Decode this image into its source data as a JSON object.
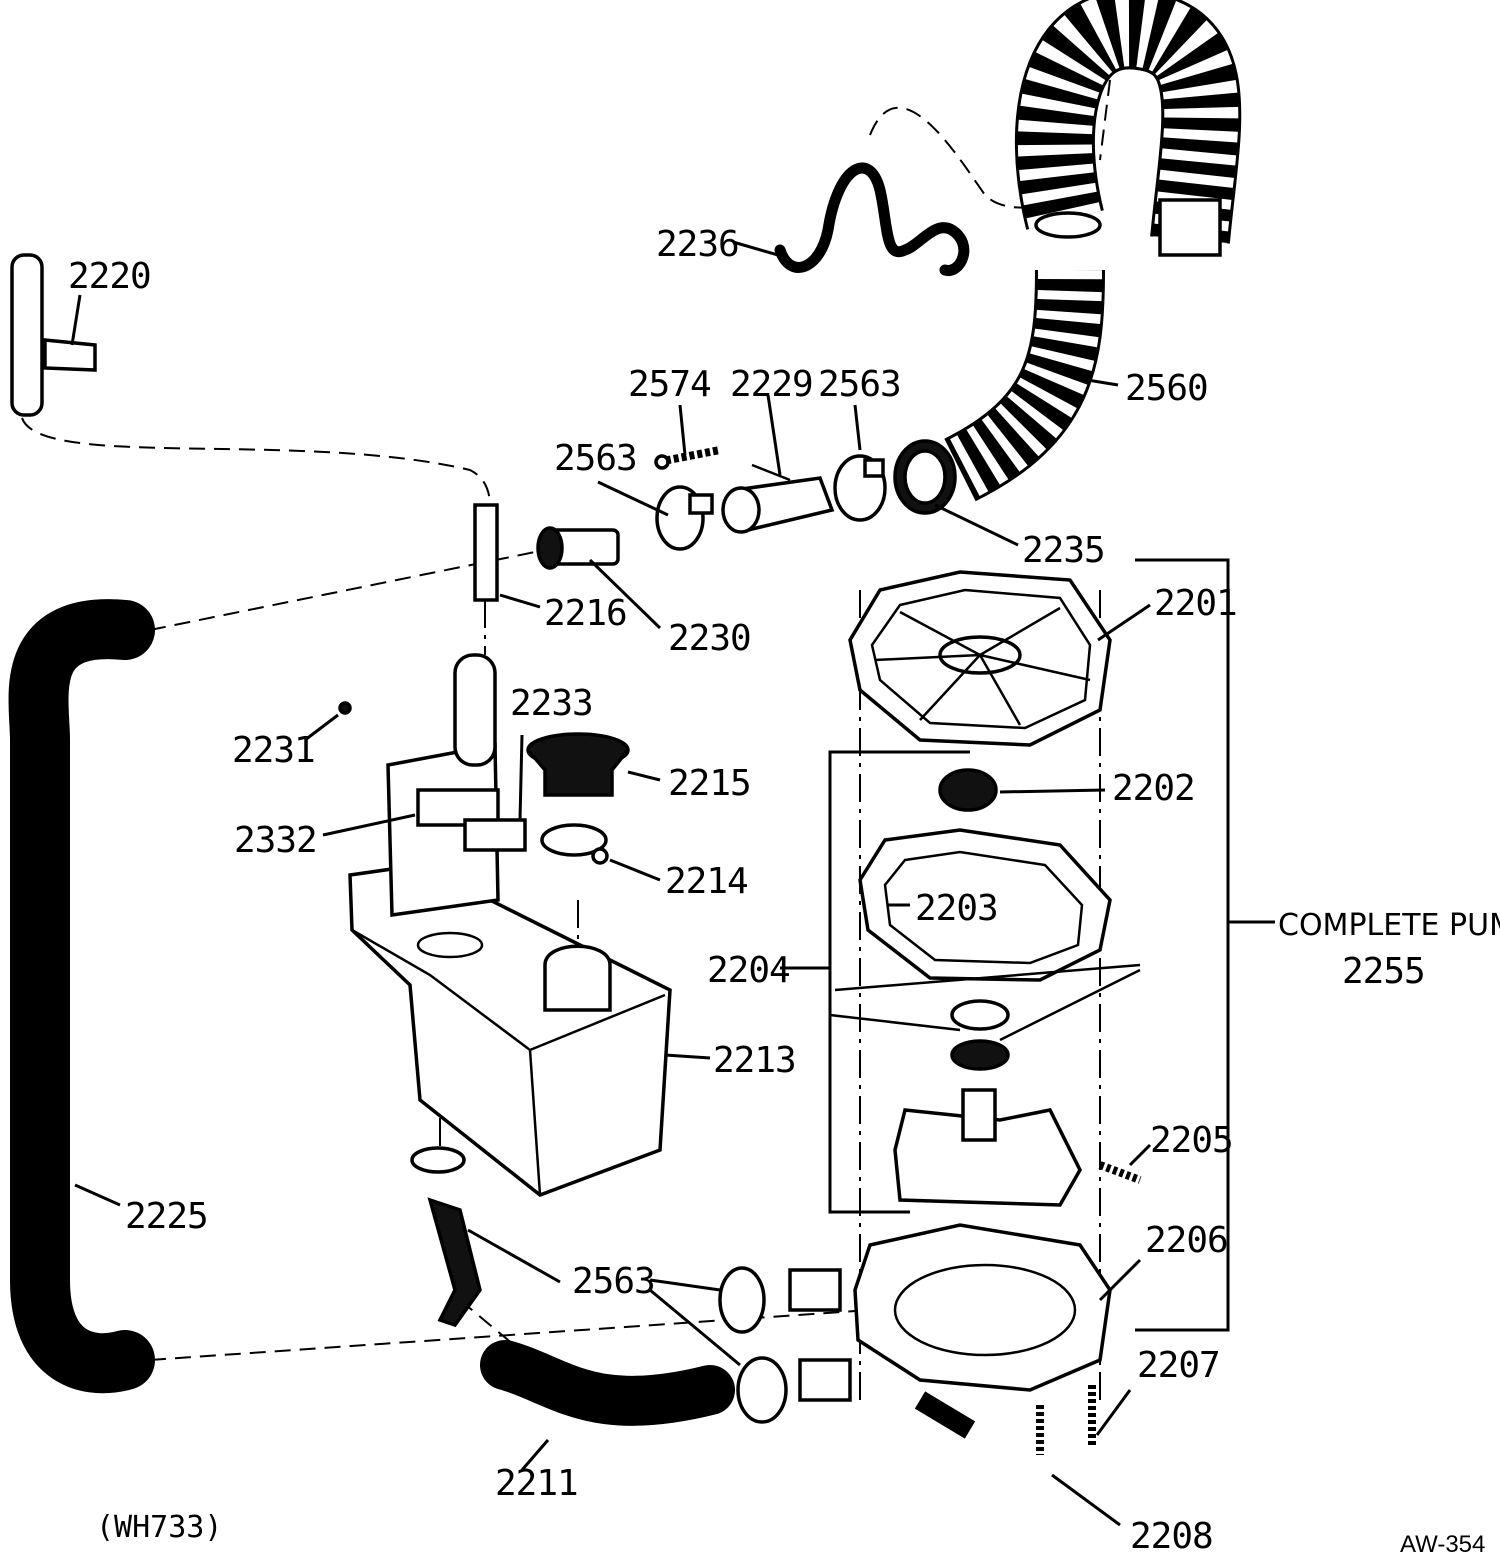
{
  "labels": {
    "p2220": "2220",
    "p2236": "2236",
    "p2574": "2574",
    "p2229": "2229",
    "p2563a": "2563",
    "p2563b": "2563",
    "p2560": "2560",
    "p2235": "2235",
    "p2216": "2216",
    "p2230": "2230",
    "p2201": "2201",
    "p2233": "2233",
    "p2231": "2231",
    "p2215": "2215",
    "p2202": "2202",
    "p2332": "2332",
    "p2214": "2214",
    "p2203": "2203",
    "p2204": "2204",
    "p2213": "2213",
    "p2205": "2205",
    "p2225": "2225",
    "p2206": "2206",
    "p2563c": "2563",
    "p2207": "2207",
    "p2211": "2211",
    "p2208": "2208"
  },
  "complete_pump": {
    "title": "COMPLETE PUMP",
    "number": "2255"
  },
  "model_note": "(WH733)",
  "drawing_ref": "AW-354",
  "icons": [
    "hose-icon",
    "pump-cover-icon",
    "impeller-icon",
    "pump-housing-icon",
    "reservoir-tank-icon",
    "clamp-icon",
    "screw-icon"
  ]
}
